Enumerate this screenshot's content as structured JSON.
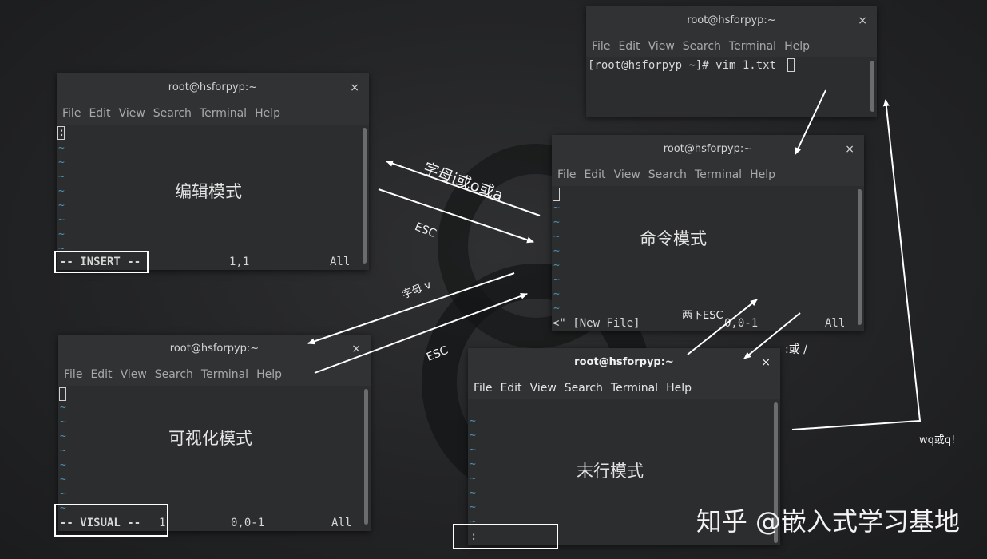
{
  "menus": [
    "File",
    "Edit",
    "View",
    "Search",
    "Terminal",
    "Help"
  ],
  "window_title": "root@hsforpyp:~",
  "close_glyph": "×",
  "tilde": "~",
  "shell": {
    "command": "[root@hsforpyp ~]# vim 1.txt"
  },
  "insert": {
    "mode": "编辑模式",
    "cmdline": ":",
    "status_mode": "-- INSERT --",
    "position": "1,1",
    "scroll": "All"
  },
  "command": {
    "mode": "命令模式",
    "status_file": "<\" [New File]",
    "position": "0,0-1",
    "scroll": "All"
  },
  "visual": {
    "mode": "可视化模式",
    "status_mode": "-- VISUAL --",
    "count": "1",
    "position": "0,0-1",
    "scroll": "All"
  },
  "lastline": {
    "mode": "末行模式",
    "cmdline": ":"
  },
  "labels": {
    "to_insert": "字母i或o或a",
    "esc_insert": "ESC",
    "to_visual": "字母 v",
    "esc_visual": "ESC",
    "two_esc": "两下ESC",
    "to_lastline": ":或 /",
    "quit": "wq或q!"
  },
  "watermark": "知乎 @嵌入式学习基地",
  "colors": {
    "arrow": "#ffffff",
    "tilde": "#4e91b4",
    "window_bg": "#2b2d2e"
  }
}
